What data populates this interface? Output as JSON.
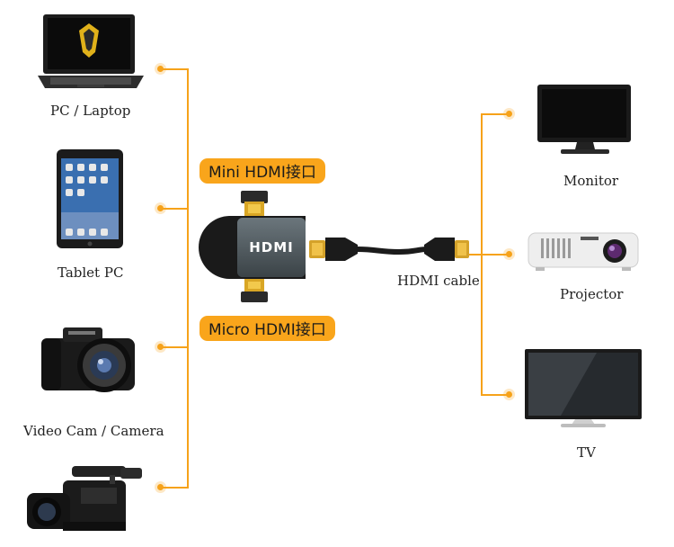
{
  "left_devices": [
    {
      "label": "PC / Laptop",
      "icon": "laptop-icon"
    },
    {
      "label": "Tablet PC",
      "icon": "tablet-icon"
    },
    {
      "label": "Video Cam / Camera",
      "icon": "camera-icon"
    },
    {
      "label": "",
      "icon": "camcorder-icon"
    }
  ],
  "right_devices": [
    {
      "label": "Monitor",
      "icon": "monitor-icon"
    },
    {
      "label": "Projector",
      "icon": "projector-icon"
    },
    {
      "label": "TV",
      "icon": "tv-icon"
    }
  ],
  "adapter": {
    "mini_label": "Mini HDMI接口",
    "micro_label": "Micro HDMI接口",
    "body_text": "HDMI"
  },
  "cable_label": "HDMI cable",
  "colors": {
    "accent": "#f6a21a",
    "pill": "#f9a51b"
  }
}
